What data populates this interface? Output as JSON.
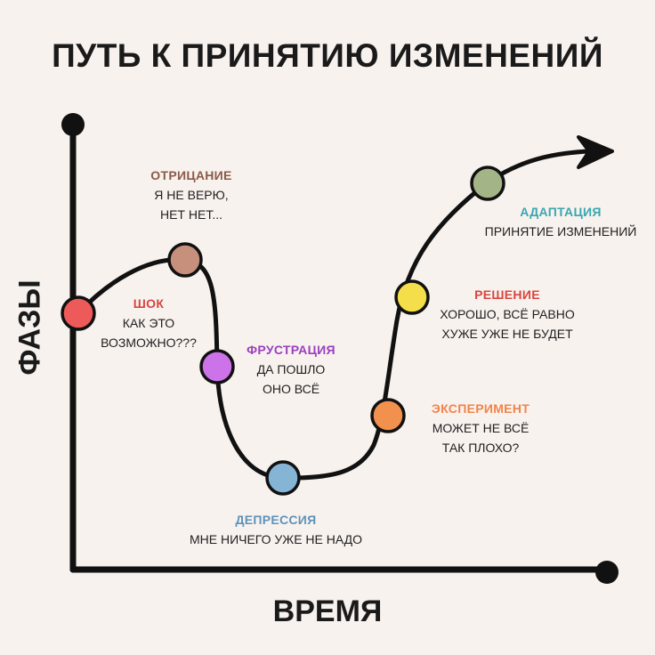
{
  "title": "ПУТЬ К ПРИНЯТИЮ ИЗМЕНЕНИЙ",
  "y_axis_label": "ФАЗЫ",
  "x_axis_label": "ВРЕМЯ",
  "colors": {
    "background": "#f8f2ee",
    "axis": "#111111",
    "curve": "#111111"
  },
  "stages": [
    {
      "name": "ШОК",
      "description": "КАК ЭТО\nВОЗМОЖНО???",
      "color": "#ee5a5a",
      "label_color": "#d8453f"
    },
    {
      "name": "ОТРИЦАНИЕ",
      "description": "Я НЕ ВЕРЮ,\nНЕТ НЕТ...",
      "color": "#c6907c",
      "label_color": "#8b5a46"
    },
    {
      "name": "ФРУСТРАЦИЯ",
      "description": "ДА ПОШЛО\nОНО ВСЁ",
      "color": "#cc73ea",
      "label_color": "#9a3fc0"
    },
    {
      "name": "ДЕПРЕССИЯ",
      "description": "МНЕ НИЧЕГО УЖЕ НЕ НАДО",
      "color": "#86b4d4",
      "label_color": "#5e93bb"
    },
    {
      "name": "ЭКСПЕРИМЕНТ",
      "description": "МОЖЕТ НЕ ВСЁ\nТАК ПЛОХО?",
      "color": "#f2904e",
      "label_color": "#f0844a"
    },
    {
      "name": "РЕШЕНИЕ",
      "description": "ХОРОШО, ВСЁ РАВНО\nХУЖЕ УЖЕ НЕ БУДЕТ",
      "color": "#f4de4a",
      "label_color": "#d8453f"
    },
    {
      "name": "АДАПТАЦИЯ",
      "description": "ПРИНЯТИЕ ИЗМЕНЕНИЙ",
      "color": "#a3b487",
      "label_color": "#3aa7b0"
    }
  ]
}
